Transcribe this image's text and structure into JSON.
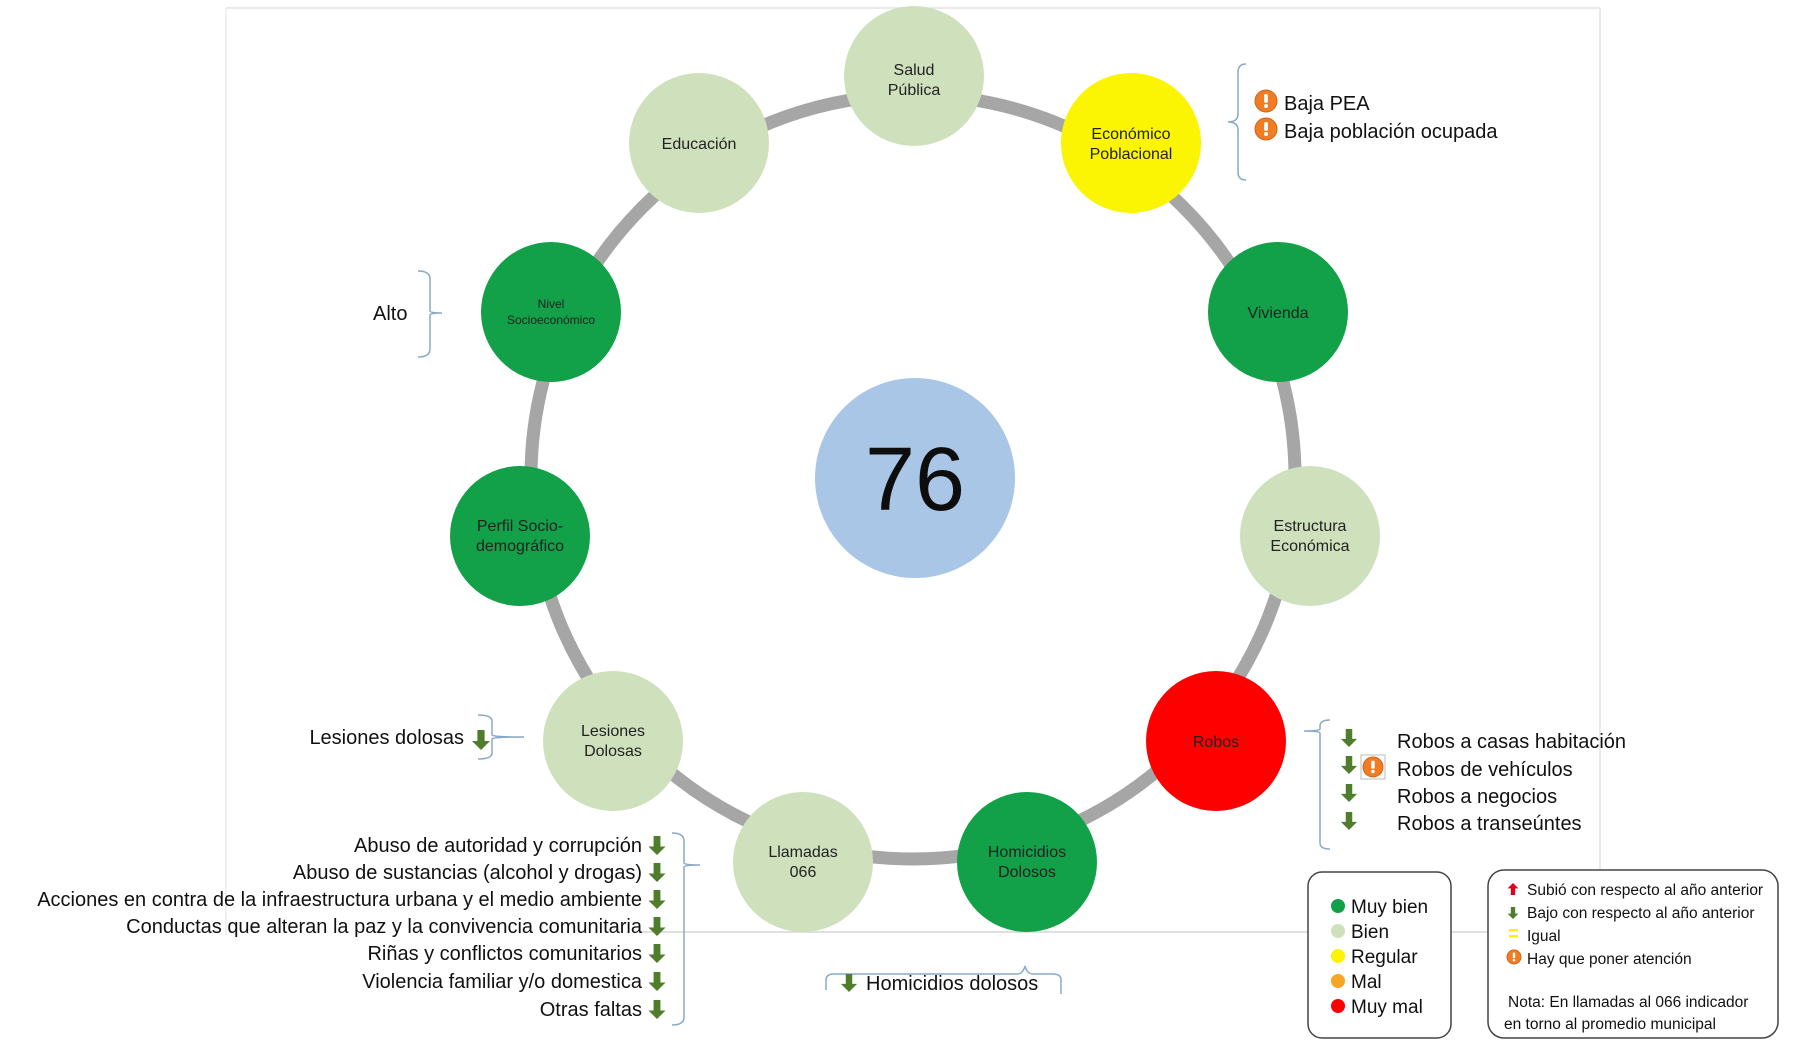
{
  "center": {
    "score": "76"
  },
  "colors": {
    "muy_bien": "#12a048",
    "bien": "#cfe0bd",
    "regular": "#fbf402",
    "mal": "#f6a623",
    "muy_mal": "#ff0000",
    "center": "#a9c6e6",
    "ring": "#a6a6a6",
    "arrow_down": "#4f7d2b",
    "arrow_up": "#e0001b",
    "attention": "#f07c23"
  },
  "nodes": [
    {
      "id": "salud-publica",
      "lines": [
        "Salud",
        "Pública"
      ],
      "status": "bien"
    },
    {
      "id": "economico-poblacional",
      "lines": [
        "Económico",
        "Poblacional"
      ],
      "status": "regular"
    },
    {
      "id": "vivienda",
      "lines": [
        "Vivienda"
      ],
      "status": "muy_bien"
    },
    {
      "id": "estructura-economica",
      "lines": [
        "Estructura",
        "Económica"
      ],
      "status": "bien"
    },
    {
      "id": "robos",
      "lines": [
        "Robos"
      ],
      "status": "muy_mal"
    },
    {
      "id": "homicidios-dolosos",
      "lines": [
        "Homicidios",
        "Dolosos"
      ],
      "status": "muy_bien"
    },
    {
      "id": "llamadas-066",
      "lines": [
        "Llamadas",
        "066"
      ],
      "status": "bien"
    },
    {
      "id": "lesiones-dolosas",
      "lines": [
        "Lesiones",
        "Dolosas"
      ],
      "status": "bien"
    },
    {
      "id": "perfil-sociodemografico",
      "lines": [
        "Perfil Socio-",
        "demográfico"
      ],
      "status": "muy_bien"
    },
    {
      "id": "nivel-socioeconomico",
      "lines": [
        "Nivel",
        "Socioeconómico"
      ],
      "status": "muy_bien",
      "small": true
    },
    {
      "id": "educacion",
      "lines": [
        "Educación"
      ],
      "status": "bien"
    }
  ],
  "annotations": {
    "economico": {
      "items": [
        {
          "text": "Baja PEA",
          "icons": [
            "attention"
          ]
        },
        {
          "text": "Baja población ocupada",
          "icons": [
            "attention"
          ]
        }
      ]
    },
    "nivel": {
      "items": [
        {
          "text": "Alto",
          "icons": []
        }
      ]
    },
    "lesiones": {
      "items": [
        {
          "text": "Lesiones dolosas",
          "icons": [
            "down"
          ]
        }
      ]
    },
    "robos": {
      "items": [
        {
          "text": "Robos a casas habitación",
          "icons": [
            "down"
          ]
        },
        {
          "text": "Robos de vehículos",
          "icons": [
            "down",
            "attention"
          ]
        },
        {
          "text": "Robos a negocios",
          "icons": [
            "down"
          ]
        },
        {
          "text": "Robos a transeúntes",
          "icons": [
            "down"
          ]
        }
      ]
    },
    "llamadas": {
      "items": [
        {
          "text": "Abuso de autoridad y corrupción",
          "icons": [
            "down"
          ]
        },
        {
          "text": "Abuso de sustancias (alcohol y drogas)",
          "icons": [
            "down"
          ]
        },
        {
          "text": "Acciones en contra de la infraestructura urbana y el medio ambiente",
          "icons": [
            "down"
          ]
        },
        {
          "text": "Conductas que alteran la paz y la convivencia comunitaria",
          "icons": [
            "down"
          ]
        },
        {
          "text": "Riñas y conflictos comunitarios",
          "icons": [
            "down"
          ]
        },
        {
          "text": "Violencia familiar y/o domestica",
          "icons": [
            "down"
          ]
        },
        {
          "text": "Otras faltas",
          "icons": [
            "down"
          ]
        }
      ]
    },
    "homicidios": {
      "items": [
        {
          "text": "Homicidios dolosos",
          "icons": [
            "down"
          ]
        }
      ]
    }
  },
  "legend_status": [
    {
      "label": "Muy bien",
      "status": "muy_bien"
    },
    {
      "label": "Bien",
      "status": "bien"
    },
    {
      "label": "Regular",
      "status": "regular"
    },
    {
      "label": "Mal",
      "status": "mal"
    },
    {
      "label": "Muy mal",
      "status": "muy_mal"
    }
  ],
  "legend_trend": {
    "items": [
      {
        "label": "Subió con respecto al año anterior",
        "icon": "up"
      },
      {
        "label": "Bajo con respecto al año anterior",
        "icon": "down"
      },
      {
        "label": "Igual",
        "icon": "equal"
      },
      {
        "label": "Hay que poner atención",
        "icon": "attention"
      }
    ],
    "note_lines": [
      "Nota: En llamadas al 066 indicador",
      "en torno al promedio municipal"
    ]
  }
}
